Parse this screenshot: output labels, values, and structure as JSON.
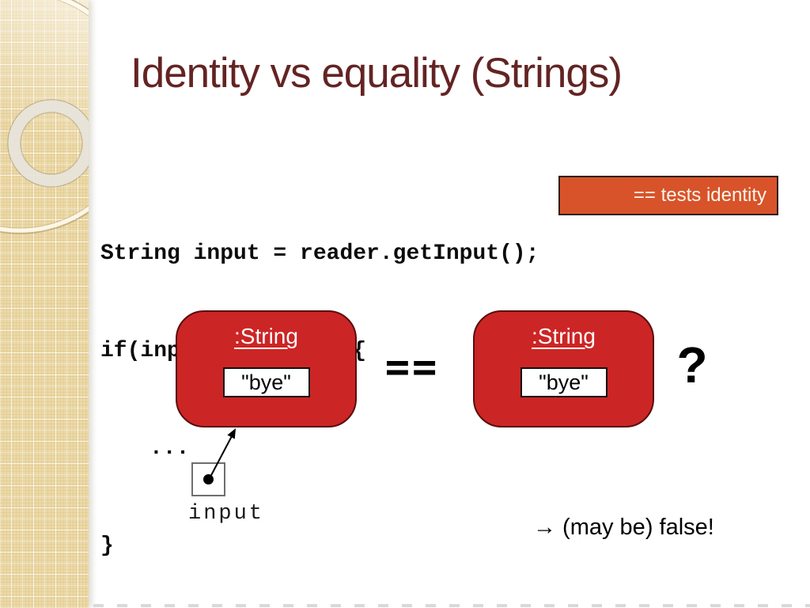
{
  "slide": {
    "title": "Identity vs equality (Strings)",
    "code": {
      "lines": [
        "String input = reader.getInput();",
        "if(input == \"bye\") {",
        "...",
        "}"
      ]
    },
    "callout": {
      "label": "== tests identity"
    },
    "objects": {
      "left": {
        "class_label": ":String",
        "value": "\"bye\""
      },
      "right": {
        "class_label": ":String",
        "value": "\"bye\""
      }
    },
    "operator": "==",
    "question_mark": "?",
    "reference": {
      "label": "input"
    },
    "conclusion": "→ (may be) false!"
  },
  "colors": {
    "title_text": "#632423",
    "object_fill": "#cc2525",
    "object_border": "#5a0d0d",
    "callout_fill": "#d8532a",
    "callout_text": "#faf5ea",
    "sidebar_base": "#ecd9a6"
  }
}
